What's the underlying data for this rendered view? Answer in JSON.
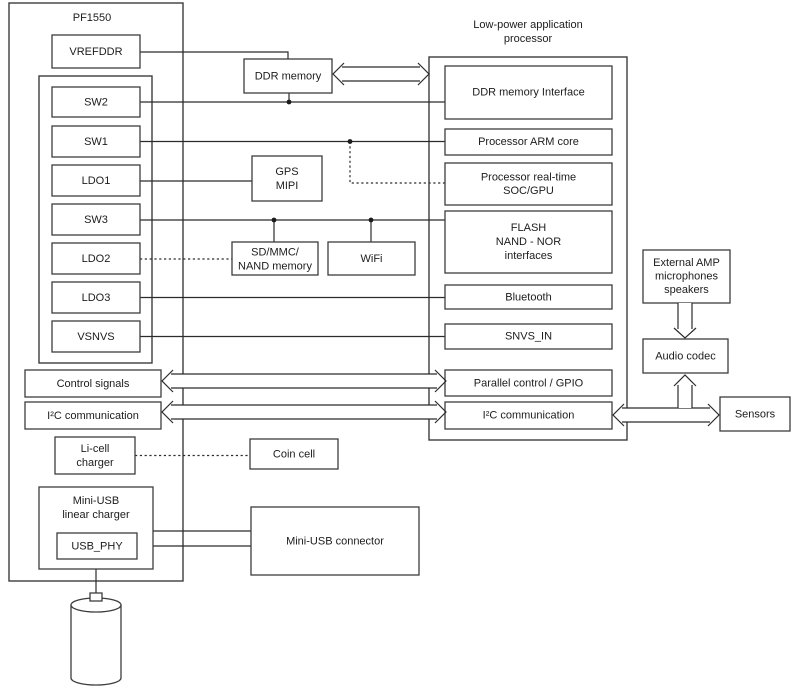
{
  "pf1550": {
    "title": "PF1550",
    "vrefddr": "VREFDDR",
    "sw2": "SW2",
    "sw1": "SW1",
    "ldo1": "LDO1",
    "sw3": "SW3",
    "ldo2": "LDO2",
    "ldo3": "LDO3",
    "vsnvs": "VSNVS",
    "control_signals": "Control signals",
    "i2c": "I²C communication",
    "li_cell": {
      "line1": "Li-cell",
      "line2": "charger"
    },
    "usb_charger": {
      "line1": "Mini-USB",
      "line2": "linear charger"
    },
    "usb_phy": "USB_PHY"
  },
  "peripherals": {
    "ddr_memory": "DDR memory",
    "gps": {
      "line1": "GPS",
      "line2": "MIPI"
    },
    "sd": {
      "line1": "SD/MMC/",
      "line2": "NAND memory"
    },
    "wifi": "WiFi",
    "coin_cell": "Coin cell",
    "usb_connector": "Mini-USB connector"
  },
  "processor": {
    "title": {
      "line1": "Low-power application",
      "line2": "processor"
    },
    "ddr_if": "DDR memory Interface",
    "arm": "Processor ARM core",
    "rt": {
      "line1": "Processor real-time",
      "line2": "SOC/GPU"
    },
    "flash": {
      "line1": "FLASH",
      "line2": "NAND - NOR",
      "line3": "interfaces"
    },
    "bluetooth": "Bluetooth",
    "snvs": "SNVS_IN",
    "gpio": "Parallel control / GPIO",
    "i2c": "I²C communication"
  },
  "right": {
    "amp": {
      "line1": "External AMP",
      "line2": "microphones",
      "line3": "speakers"
    },
    "codec": "Audio codec",
    "sensors": "Sensors"
  },
  "colors": {
    "wire": "#2b2b2b",
    "border": "#3d3d3d",
    "text": "#1c1c1c",
    "background": "#ffffff"
  }
}
